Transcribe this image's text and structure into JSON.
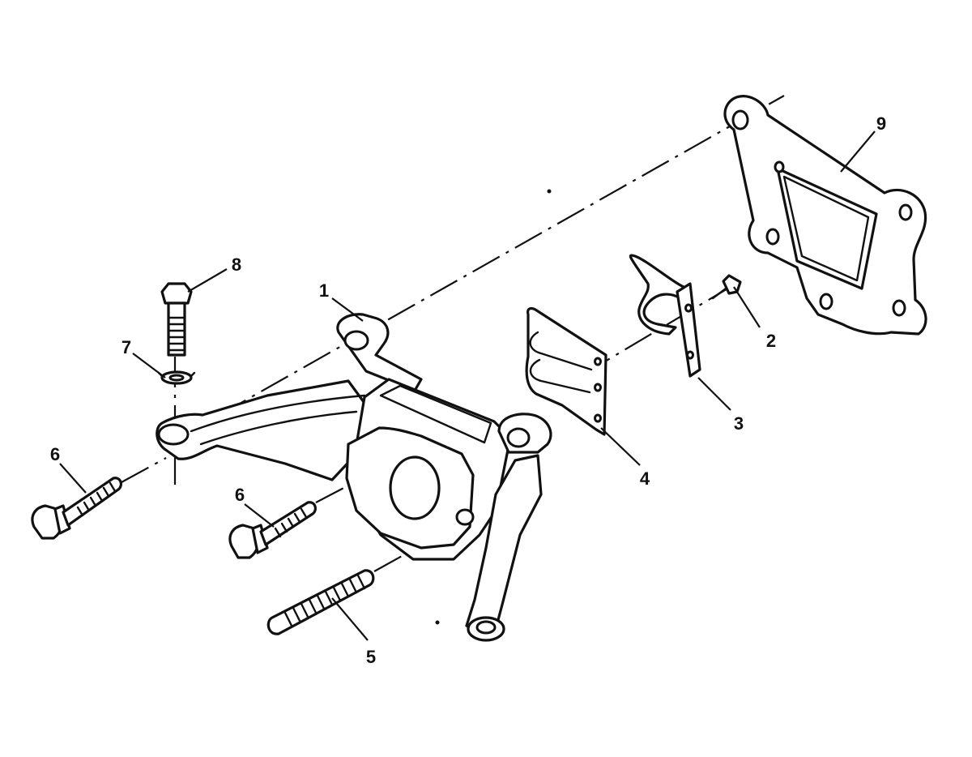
{
  "callouts": {
    "c1": "1",
    "c2": "2",
    "c3": "3",
    "c4": "4",
    "c5": "5",
    "c6a": "6",
    "c6b": "6",
    "c7": "7",
    "c8": "8",
    "c9": "9"
  },
  "colors": {
    "ink": "#111111",
    "paper": "#ffffff"
  }
}
